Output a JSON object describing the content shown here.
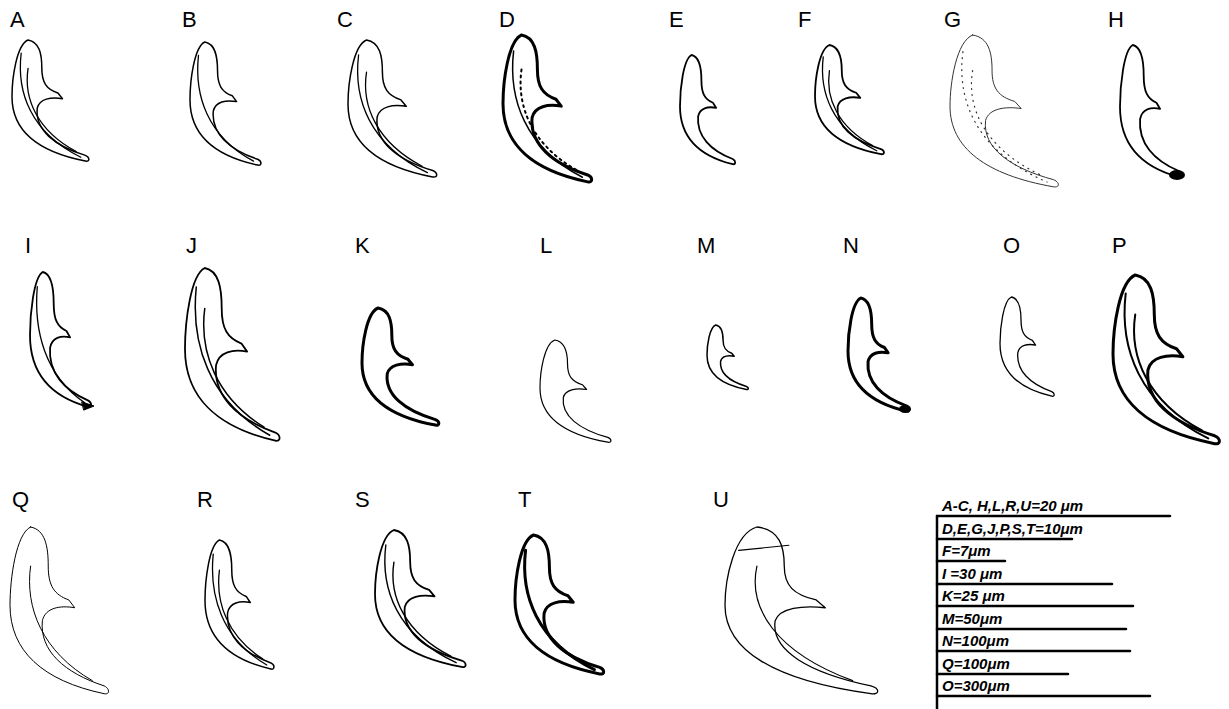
{
  "diagram": {
    "labels": [
      "A",
      "B",
      "C",
      "D",
      "E",
      "F",
      "G",
      "H",
      "I",
      "J",
      "K",
      "L",
      "M",
      "N",
      "O",
      "P",
      "Q",
      "R",
      "S",
      "T",
      "U",
      "A-C, H,L,R,U=20 μm",
      "D,E,G,J,P,S,T=10μm",
      "F=7μm",
      "I =30 μm",
      "K=25 μm",
      "M=50μm",
      "N=100μm",
      "Q=100μm",
      "O=300μm"
    ]
  }
}
